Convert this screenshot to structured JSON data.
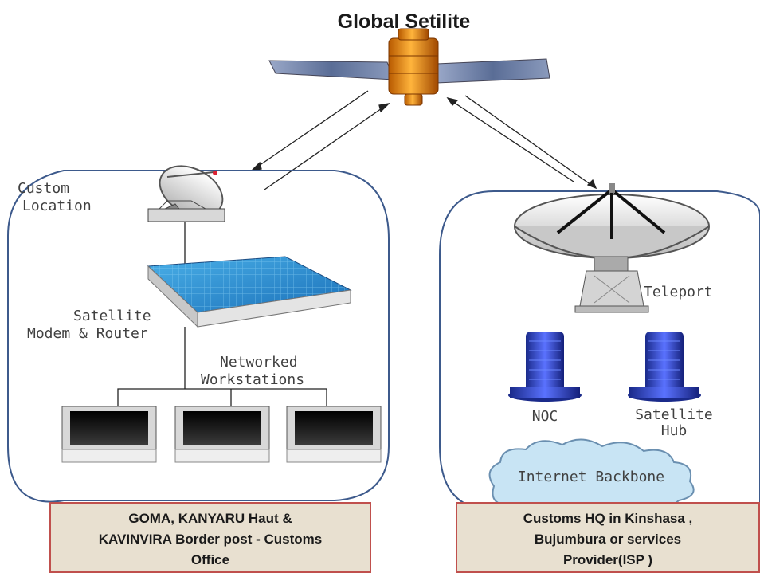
{
  "diagram": {
    "title": "Global Setilite",
    "left_site": {
      "dish_label_lines": [
        "Custom",
        "Location"
      ],
      "modem_label_lines": [
        "Satellite",
        "Modem & Router"
      ],
      "workstations_label_lines": [
        "Networked",
        "Workstations"
      ],
      "caption_lines": [
        "GOMA, KANYARU Haut &",
        "KAVINVIRA Border post  - Customs",
        "Office"
      ]
    },
    "right_site": {
      "teleport_label": "Teleport",
      "noc_label": "NOC",
      "hub_label_lines": [
        "Satellite",
        "Hub"
      ],
      "cloud_label": "Internet Backbone",
      "caption_lines": [
        "Customs  HQ in Kinshasa ,",
        "Bujumbura or  services",
        "Provider(ISP )"
      ]
    }
  },
  "colors": {
    "container_border": "#3d5a8c",
    "caption_border": "#c0504d",
    "caption_fill": "#e8e0d0",
    "server_blue": "#2233aa",
    "cloud_fill": "#c8e4f4"
  },
  "icons": [
    "satellite-icon",
    "satellite-dish-icon",
    "modem-router-icon",
    "workstation-icon",
    "teleport-dish-icon",
    "server-icon",
    "cloud-icon"
  ]
}
